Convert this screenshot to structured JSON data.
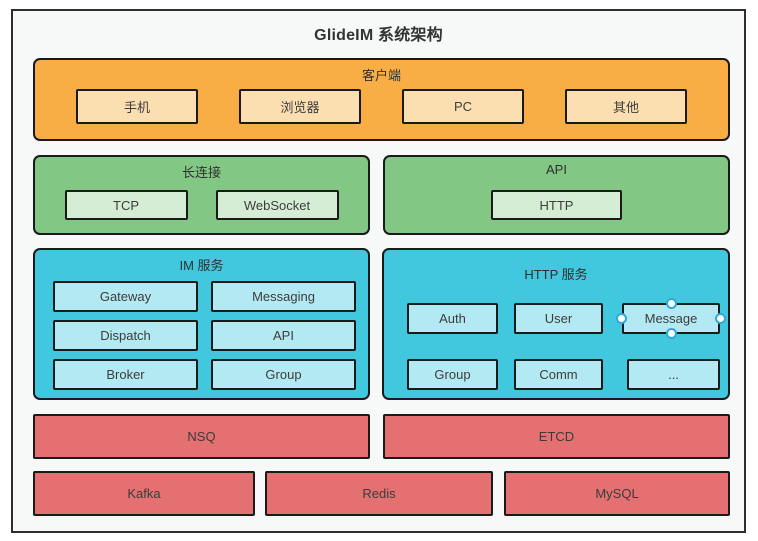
{
  "title": "GlideIM 系统架构",
  "diagram": {
    "client": {
      "label": "客户端",
      "items": [
        "手机",
        "浏览器",
        "PC",
        "其他"
      ]
    },
    "long_connection": {
      "label": "长连接",
      "items": [
        "TCP",
        "WebSocket"
      ]
    },
    "api": {
      "label": "API",
      "items": [
        "HTTP"
      ]
    },
    "im_service": {
      "label": "IM 服务",
      "items": [
        "Gateway",
        "Messaging",
        "Dispatch",
        "API",
        "Broker",
        "Group"
      ]
    },
    "http_service": {
      "label": "HTTP 服务",
      "items": [
        "Auth",
        "User",
        "Message",
        "Group",
        "Comm",
        "..."
      ],
      "selected_item": "Message"
    },
    "middleware": {
      "items": [
        "NSQ",
        "ETCD"
      ]
    },
    "storage": {
      "items": [
        "Kafka",
        "Redis",
        "MySQL"
      ]
    }
  },
  "colors": {
    "orange_container": "#F9AE45",
    "orange_item": "#FBDFB0",
    "green_container": "#82C884",
    "green_item": "#D6EDD5",
    "cyan_container": "#42C8DE",
    "cyan_item": "#B3E9F2",
    "red_box": "#E57071",
    "shape_border": "#1A1A1A",
    "frame_border": "#2E2E2E",
    "selection_handle": "#2FA8DC"
  }
}
